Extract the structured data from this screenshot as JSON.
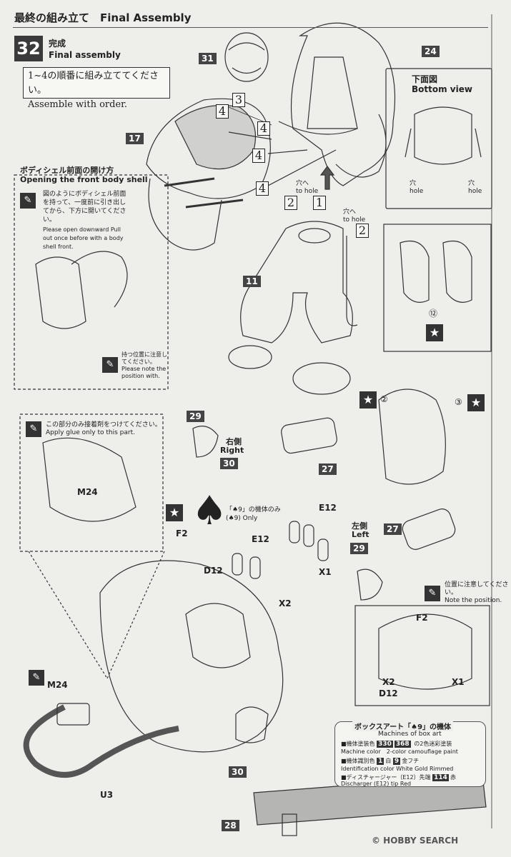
{
  "header": {
    "title": "最終の組み立て　Final Assembly"
  },
  "step": {
    "number": "32",
    "title_jp": "完成",
    "title_en": "Final assembly"
  },
  "order_box": {
    "jp": "1~4の順番に組み立ててください。",
    "en": "Assemble with order."
  },
  "parts": {
    "p31": "31",
    "p24": "24",
    "p17": "17",
    "p11": "11",
    "p29a": "29",
    "p30a": "30",
    "p27a": "27",
    "p27b": "27",
    "p29b": "29",
    "p30b": "30",
    "p28": "28"
  },
  "order_numbers": {
    "n3": "3",
    "n4a": "4",
    "n4b": "4",
    "n4c": "4",
    "n4d": "4",
    "n2a": "2",
    "n1": "1",
    "n2b": "2"
  },
  "hole_labels": {
    "to_hole_a_jp": "穴へ",
    "to_hole_a_en": "to hole",
    "to_hole_b_jp": "穴へ",
    "to_hole_b_en": "to hole"
  },
  "bottom_view": {
    "jp": "下面図",
    "en": "Bottom view",
    "hole_left_jp": "穴",
    "hole_left_en": "hole",
    "hole_right_jp": "穴",
    "hole_right_en": "hole"
  },
  "front_shell": {
    "title_jp": "ボディシェル前面の開け方",
    "title_en": "Opening the front body shell",
    "note_jp": "図のようにボディシェル前面を持って、一度前に引き出してから、下方に開いてください。",
    "note_en": "Please open downward Pull out once before with a body shell front.",
    "hold_jp": "持つ位置に注意してください。",
    "hold_en": "Please note the position with."
  },
  "detail_12": {
    "label": "⑫"
  },
  "star_labels": {
    "s2": "②",
    "s3": "③"
  },
  "side_labels": {
    "right_jp": "右側",
    "right_en": "Right",
    "left_jp": "左側",
    "left_en": "Left"
  },
  "glue_note": {
    "jp": "この部分のみ接着剤をつけてください。",
    "en": "Apply glue only to this part.",
    "part": "M24"
  },
  "spade_note": {
    "jp": "「♠9」の機体のみ",
    "en": "(♠9) Only"
  },
  "callouts": {
    "f2": "F2",
    "e12a": "E12",
    "e12b": "E12",
    "d12": "D12",
    "x1": "X1",
    "x2": "X2",
    "m24": "M24",
    "u3": "U3"
  },
  "position_note": {
    "jp": "位置に注意してください。",
    "en": "Note the position."
  },
  "detail_parts": {
    "f2": "F2",
    "x2": "X2",
    "d12": "D12",
    "x1": "X1"
  },
  "legend": {
    "title": "ボックスアート「♠9」の機体",
    "subtitle": "Machines of box art",
    "row1_label_jp": "■機体塗装色",
    "row1_label_en": "Machine color",
    "row1_c1": "330",
    "row1_c2": "368",
    "row1_desc_jp": "の2色迷彩塗装",
    "row1_desc_en": "2-color camouflage paint",
    "row2_label_jp": "■機体識別色",
    "row2_label_en": "Identification color",
    "row2_c1": "1",
    "row2_c1_jp": "白",
    "row2_c1_en": "White",
    "row2_c2": "9",
    "row2_c2_jp": "金フチ",
    "row2_c2_en": "Gold Rimmed",
    "row3_label_jp": "■ディスチャージャー（E12）先端",
    "row3_label_en": "Discharger (E12) tip",
    "row3_c": "114",
    "row3_c_jp": "赤",
    "row3_c_en": "Red"
  },
  "watermark": "© HOBBY SEARCH"
}
